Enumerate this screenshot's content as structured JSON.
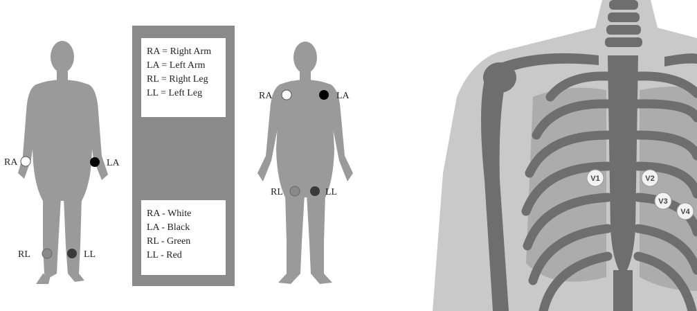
{
  "left_figure": {
    "labels": {
      "ra": "RA",
      "la": "LA",
      "rl": "RL",
      "ll": "LL"
    },
    "electrode_colors": {
      "ra": "#ffffff",
      "la": "#000000",
      "rl": "#8a8a8a",
      "ll": "#3a3a3a"
    }
  },
  "middle_figure": {
    "labels": {
      "ra": "RA",
      "la": "LA",
      "rl": "RL",
      "ll": "LL"
    },
    "electrode_colors": {
      "ra": "#ffffff",
      "la": "#000000",
      "rl": "#8a8a8a",
      "ll": "#3a3a3a"
    }
  },
  "legend": {
    "abbreviations": [
      "RA = Right Arm",
      "LA = Left Arm",
      "RL = Right Leg",
      "LL = Left Leg"
    ],
    "colors": [
      "RA - White",
      "LA - Black",
      "RL - Green",
      "LL - Red"
    ]
  },
  "chest": {
    "leads": [
      "V1",
      "V2",
      "V3",
      "V4"
    ]
  },
  "colors": {
    "body": "#9a9a9a",
    "panel": "#8a8a8a",
    "chest_bg": "#c9c9c9",
    "bone": "#6e6e6e",
    "rib_fill": "#a9a9a9"
  }
}
